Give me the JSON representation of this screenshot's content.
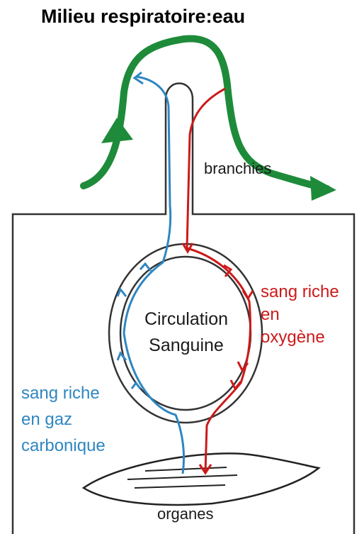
{
  "title": "Milieu respiratoire:eau",
  "labels": {
    "gills": "branchies",
    "circulation_line1": "Circulation",
    "circulation_line2": "Sanguine",
    "oxygen_rich_line1": "sang riche",
    "oxygen_rich_line2": "en",
    "oxygen_rich_line3": "oxygène",
    "co2_rich_line1": "sang riche",
    "co2_rich_line2": "en gaz",
    "co2_rich_line3": "carbonique",
    "organs": "organes"
  },
  "colors": {
    "water_flow": "#1e8b3a",
    "oxygen_blood": "#cc1a1a",
    "co2_blood": "#2f86c0",
    "outline": "#333333"
  }
}
